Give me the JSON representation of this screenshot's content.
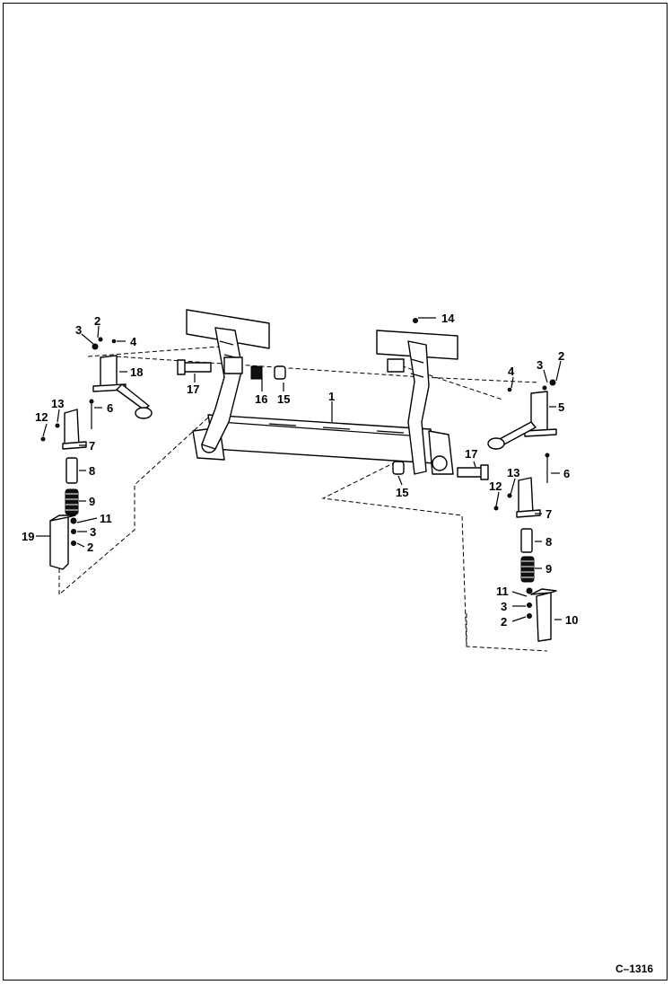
{
  "figure_code": "C–1316",
  "callouts": {
    "c1": "1",
    "c2a": "2",
    "c2b": "2",
    "c2c": "2",
    "c2d": "2",
    "c3a": "3",
    "c3b": "3",
    "c3c": "3",
    "c3d": "3",
    "c4a": "4",
    "c4b": "4",
    "c5": "5",
    "c6a": "6",
    "c6b": "6",
    "c7a": "7",
    "c7b": "7",
    "c8a": "8",
    "c8b": "8",
    "c9a": "9",
    "c9b": "9",
    "c10": "10",
    "c11a": "11",
    "c11b": "11",
    "c12a": "12",
    "c12b": "12",
    "c13a": "13",
    "c13b": "13",
    "c14": "14",
    "c15a": "15",
    "c15b": "15",
    "c16": "16",
    "c17a": "17",
    "c17b": "17",
    "c18": "18",
    "c19": "19"
  },
  "colors": {
    "ink": "#000000",
    "paper": "#ffffff"
  }
}
